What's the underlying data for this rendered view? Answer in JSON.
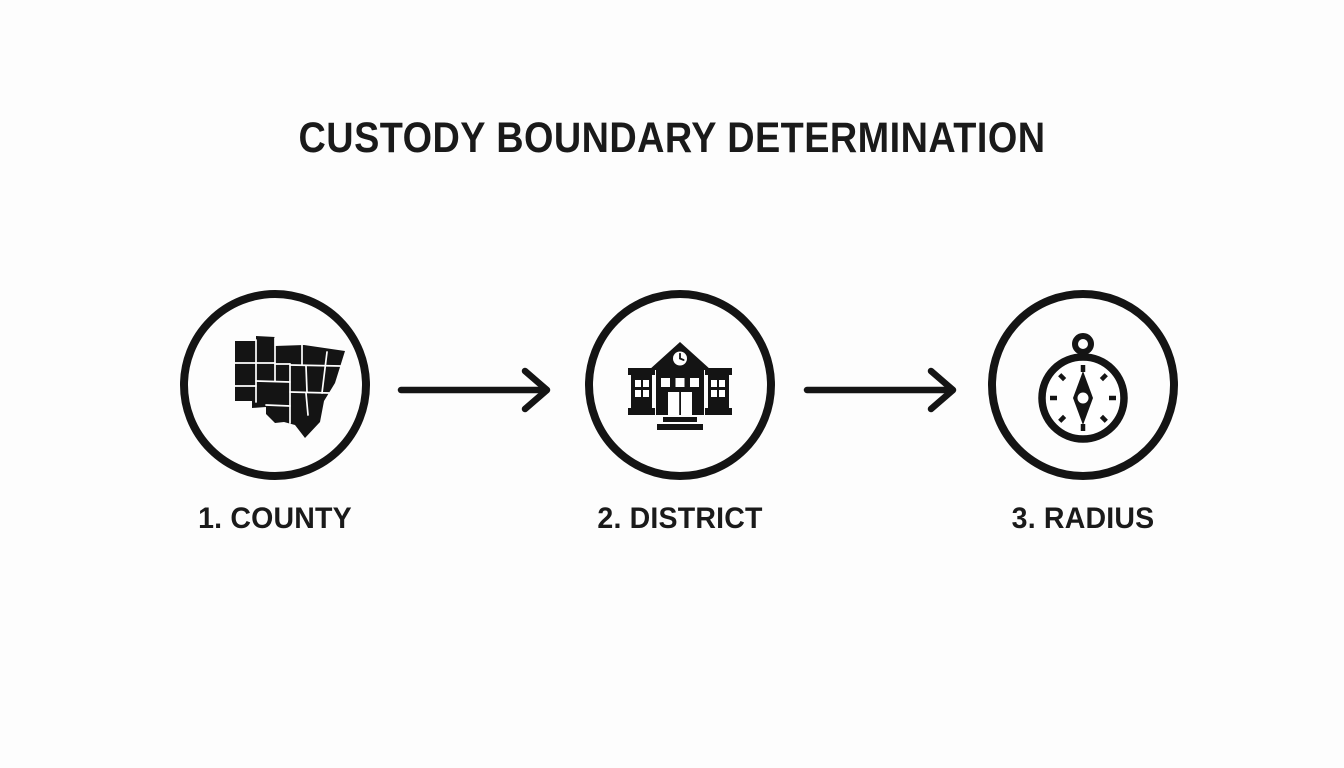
{
  "theme": {
    "background": "#fdfdfd",
    "ink": "#1a1a1a",
    "icon_fill": "#141414"
  },
  "title": {
    "text": "CUSTODY BOUNDARY DETERMINATION"
  },
  "steps": [
    {
      "label": "1. COUNTY",
      "icon": "county-map-icon"
    },
    {
      "label": "2. DISTRICT",
      "icon": "school-building-icon"
    },
    {
      "label": "3. RADIUS",
      "icon": "compass-icon"
    }
  ],
  "connectors": [
    {
      "icon": "arrow-right-icon"
    },
    {
      "icon": "arrow-right-icon"
    }
  ]
}
